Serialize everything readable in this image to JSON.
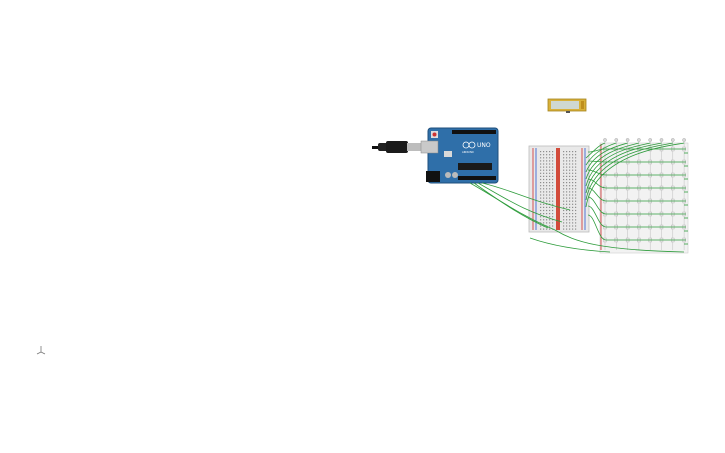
{
  "canvas": {
    "background": "#ffffff"
  },
  "arduino": {
    "board_label": "UNO",
    "brand_label": "ARDUINO",
    "pcb_color": "#2f6fa9",
    "usb_cable_color": "#222222"
  },
  "breadboard": {
    "rail_red": "#cc2a2a",
    "rail_blue": "#2a56cc",
    "body_color": "#e9e9e9"
  },
  "lcd": {
    "frame_color": "#d8b13a",
    "screen_color": "#cfd8d0"
  },
  "led_matrix": {
    "columns": 8,
    "rows": 8,
    "wire_color": "#2e9c3c"
  },
  "axis_widget": {
    "icon": "axis-gizmo-icon"
  }
}
